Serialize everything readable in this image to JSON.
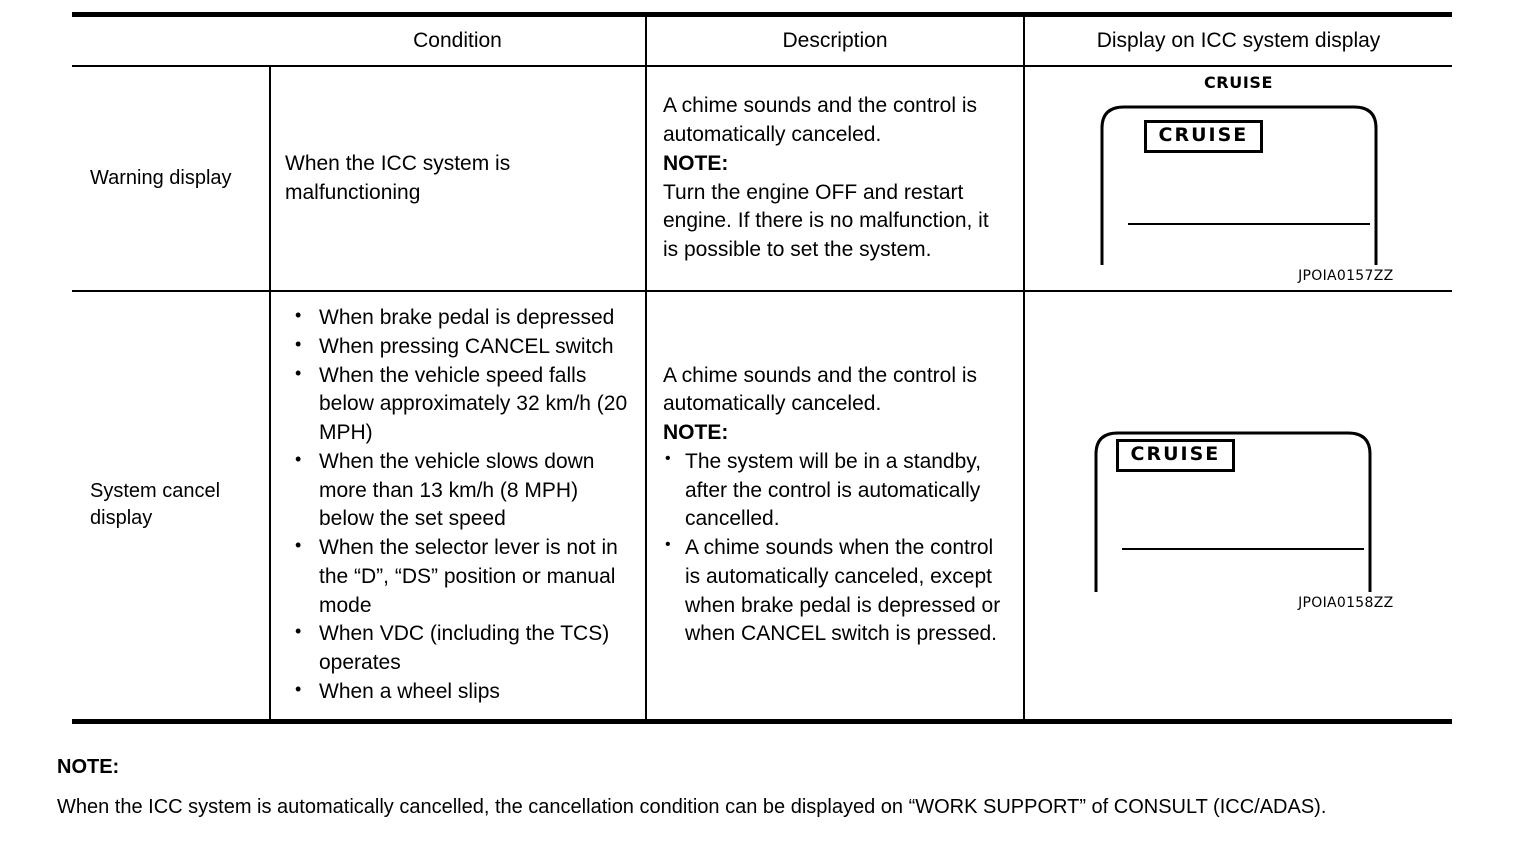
{
  "table": {
    "headers": {
      "spacer": "",
      "condition": "Condition",
      "description": "Description",
      "display": "Display on ICC system display"
    },
    "rows": [
      {
        "label": "Warning display",
        "condition_text": "When the ICC system is malfunctioning",
        "description": {
          "lead": "A chime sounds and the control is automatically canceled.",
          "note_label": "NOTE:",
          "note_text": "Turn the engine OFF and restart engine. If there is no malfunction, it is possible to set the system."
        },
        "display": {
          "top_caption": "CRUISE",
          "indicator_label": "CRUISE",
          "illustration_id": "JPOIA0157ZZ"
        }
      },
      {
        "label": "System cancel display",
        "condition_bullets": [
          "When brake pedal is depressed",
          "When pressing CANCEL switch",
          "When the vehicle speed falls below approximately 32 km/h (20 MPH)",
          "When the vehicle slows down more than 13 km/h (8 MPH) below the set speed",
          "When the selector lever is not in the “D”, “DS” position or manual mode",
          "When VDC (including the TCS) operates",
          "When a wheel slips"
        ],
        "description": {
          "lead": "A chime sounds and the control is automatically canceled.",
          "note_label": "NOTE:",
          "note_bullets": [
            "The system will be in a standby, after the control is automatically cancelled.",
            "A chime sounds when the control is automatically canceled, except when brake pedal is depressed or when CANCEL switch is pressed."
          ]
        },
        "display": {
          "top_caption": "",
          "indicator_label": "CRUISE",
          "illustration_id": "JPOIA0158ZZ"
        }
      }
    ]
  },
  "footer": {
    "note_label": "NOTE:",
    "note_text": "When the ICC system is automatically cancelled, the cancellation condition can be displayed on “WORK SUPPORT” of CONSULT (ICC/ADAS)."
  },
  "colors": {
    "ink": "#000000",
    "paper": "#ffffff"
  }
}
